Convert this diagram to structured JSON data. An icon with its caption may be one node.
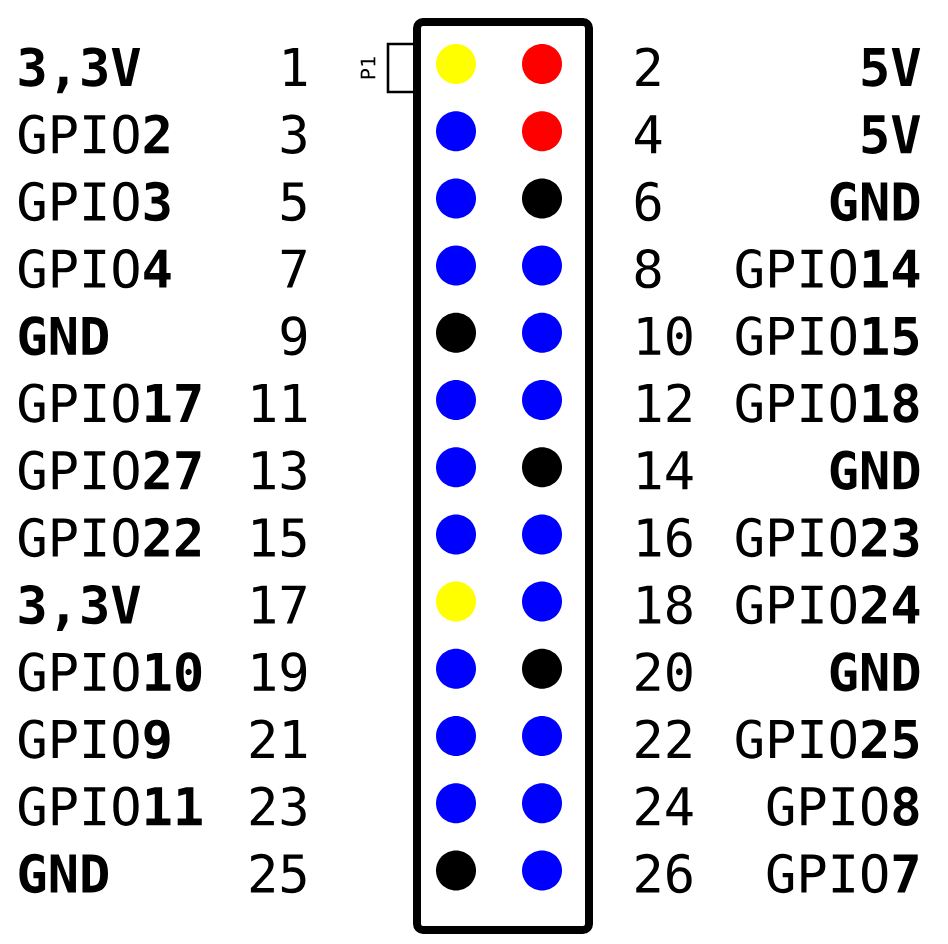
{
  "diagram": {
    "nodes": [
      {
        "text": [
          "P1"
        ]
      },
      {
        "text": [],
        "shape": "circle",
        "in": 0,
        "beside": [
          "1",
          "3,3V"
        ]
      },
      {
        "text": [],
        "shape": "circle",
        "in": 0,
        "beside": [
          "2",
          "5V"
        ]
      },
      {
        "text": [],
        "shape": "circle",
        "in": 0,
        "beside": [
          "3",
          "GPIO**2**"
        ]
      },
      {
        "text": [],
        "shape": "circle",
        "in": 0,
        "beside": [
          "4",
          "5V"
        ]
      },
      {
        "text": [],
        "shape": "circle",
        "in": 0,
        "beside": [
          "5",
          "GPIO**3**"
        ]
      },
      {
        "text": [],
        "shape": "circle",
        "in": 0,
        "beside": [
          "6",
          "GND"
        ]
      },
      {
        "text": [],
        "shape": "circle",
        "in": 0,
        "beside": [
          "7",
          "GPIO**4**"
        ]
      },
      {
        "text": [],
        "shape": "circle",
        "in": 0,
        "beside": [
          "8",
          "GPIO**14**"
        ]
      },
      {
        "text": [],
        "shape": "circle",
        "in": 0,
        "beside": [
          "9",
          "GND"
        ]
      },
      {
        "text": [],
        "shape": "circle",
        "in": 0,
        "beside": [
          "10",
          "GPIO**15**"
        ]
      },
      {
        "text": [],
        "shape": "circle",
        "in": 0,
        "beside": [
          "11",
          "GPIO**17**"
        ]
      },
      {
        "text": [],
        "shape": "circle",
        "in": 0,
        "beside": [
          "12",
          "GPIO**18**"
        ]
      },
      {
        "text": [],
        "shape": "circle",
        "in": 0,
        "beside": [
          "13",
          "GPIO**27**"
        ]
      },
      {
        "text": [],
        "shape": "circle",
        "in": 0,
        "beside": [
          "14",
          "GND"
        ]
      },
      {
        "text": [],
        "shape": "circle",
        "in": 0,
        "beside": [
          "15",
          "GPIO**22**"
        ]
      },
      {
        "text": [],
        "shape": "circle",
        "in": 0,
        "beside": [
          "16",
          "GPIO**23**"
        ]
      },
      {
        "text": [],
        "shape": "circle",
        "in": 0,
        "beside": [
          "17",
          "3,3V"
        ]
      },
      {
        "text": [],
        "shape": "circle",
        "in": 0,
        "beside": [
          "18",
          "GPIO**24**"
        ]
      },
      {
        "text": [],
        "shape": "circle",
        "in": 0,
        "beside": [
          "19",
          "GPIO**10**"
        ]
      },
      {
        "text": [],
        "shape": "circle",
        "in": 0,
        "beside": [
          "20",
          "GND"
        ]
      },
      {
        "text": [],
        "shape": "circle",
        "in": 0,
        "beside": [
          "21",
          "GPIO**9**"
        ]
      },
      {
        "text": [],
        "shape": "circle",
        "in": 0,
        "beside": [
          "22",
          "GPIO**25**"
        ]
      },
      {
        "text": [],
        "shape": "circle",
        "in": 0,
        "beside": [
          "23",
          "GPIO**11**"
        ]
      },
      {
        "text": [],
        "shape": "circle",
        "in": 0,
        "beside": [
          "24",
          "GPIO**8**"
        ]
      },
      {
        "text": [],
        "shape": "circle",
        "in": 0,
        "beside": [
          "25",
          "GND"
        ]
      },
      {
        "text": [],
        "shape": "circle",
        "in": 0,
        "beside": [
          "26",
          "GPIO**7**"
        ]
      }
    ]
  }
}
